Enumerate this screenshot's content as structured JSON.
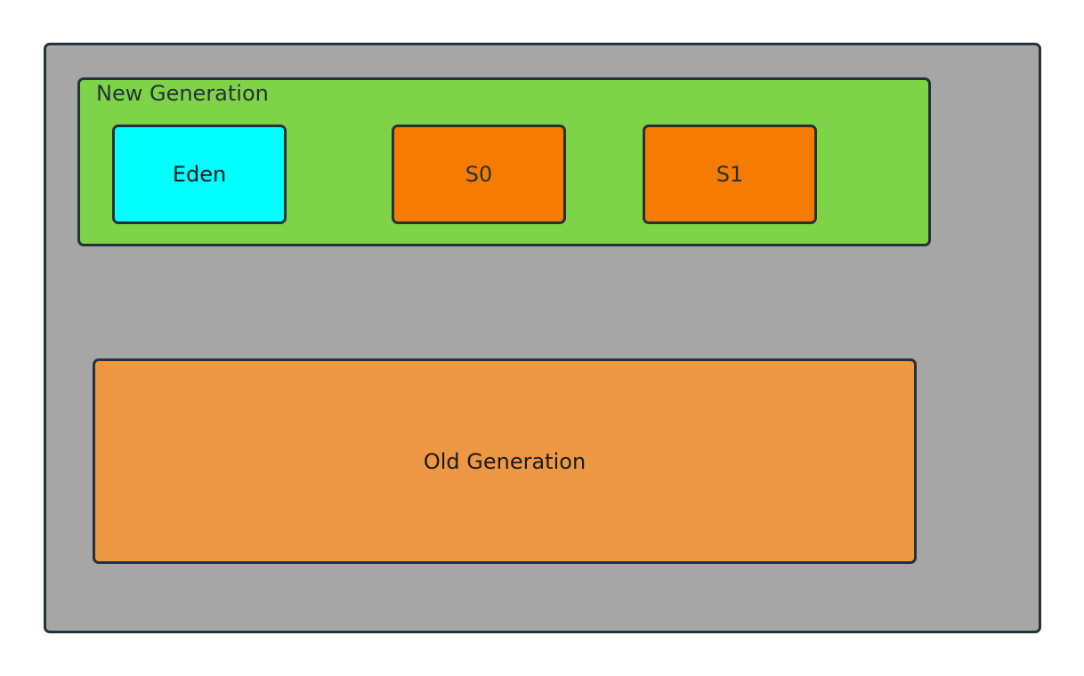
{
  "diagram": {
    "new_generation": {
      "label": "New Generation",
      "spaces": {
        "eden": "Eden",
        "s0": "S0",
        "s1": "S1"
      }
    },
    "old_generation": {
      "label": "Old Generation"
    }
  },
  "colors": {
    "heap_background": "#a6a6a6",
    "new_generation": "#7ed348",
    "eden": "#00ffff",
    "survivor": "#f57c00",
    "old_generation": "#ed9845",
    "border": "#263238"
  }
}
